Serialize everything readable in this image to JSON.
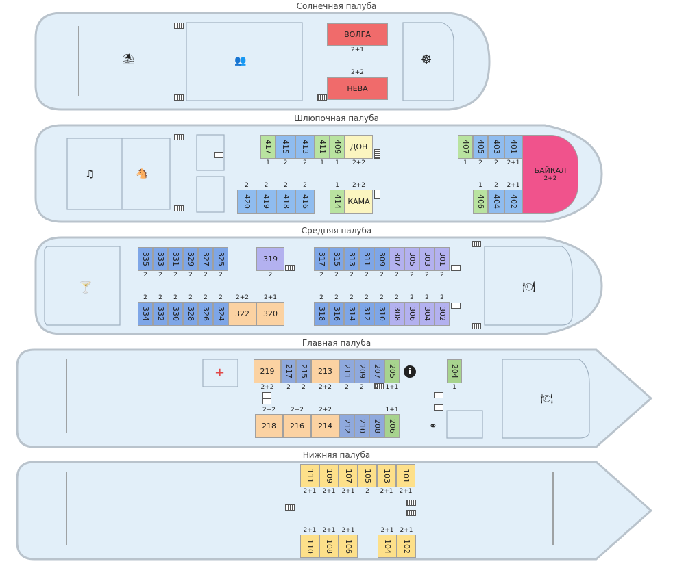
{
  "decks": {
    "sun": "Солнечная палуба",
    "boat": "Шлюпочная палуба",
    "middle": "Средняя палуба",
    "main": "Главная палуба",
    "lower": "Нижняя палуба"
  },
  "sun": {
    "volga": {
      "num": "ВОЛГА",
      "cap": "2+1"
    },
    "neva": {
      "num": "НЕВА",
      "cap": "2+2"
    },
    "icons": {
      "beach": "beach-umbrella-icon",
      "conference": "conference-icon",
      "wheel": "ship-wheel-icon"
    }
  },
  "boat": {
    "c417": {
      "num": "417",
      "cap": "1"
    },
    "c415": {
      "num": "415",
      "cap": "2"
    },
    "c413": {
      "num": "413",
      "cap": "2"
    },
    "c411": {
      "num": "411",
      "cap": "1"
    },
    "c409": {
      "num": "409",
      "cap": "1"
    },
    "don": {
      "num": "ДОН",
      "cap": "2+2"
    },
    "c420": {
      "num": "420",
      "cap": "2"
    },
    "c419": {
      "num": "419",
      "cap": "2"
    },
    "c418": {
      "num": "418",
      "cap": "2"
    },
    "c416": {
      "num": "416",
      "cap": "2"
    },
    "c414": {
      "num": "414",
      "cap": "1"
    },
    "kama": {
      "num": "КАМА",
      "cap": "2+2"
    },
    "c407": {
      "num": "407",
      "cap": "1"
    },
    "c405": {
      "num": "405",
      "cap": "2"
    },
    "c403": {
      "num": "403",
      "cap": "2"
    },
    "c401": {
      "num": "401",
      "cap": "2+1"
    },
    "c406": {
      "num": "406",
      "cap": "1"
    },
    "c404": {
      "num": "404",
      "cap": "2"
    },
    "c402": {
      "num": "402",
      "cap": "2+1"
    },
    "baikal": {
      "num": "БАЙКАЛ",
      "cap": "2+2"
    }
  },
  "middle": {
    "top_left": [
      {
        "num": "335",
        "cap": "2"
      },
      {
        "num": "333",
        "cap": "2"
      },
      {
        "num": "331",
        "cap": "2"
      },
      {
        "num": "329",
        "cap": "2"
      },
      {
        "num": "327",
        "cap": "2"
      },
      {
        "num": "325",
        "cap": "2"
      }
    ],
    "c319": {
      "num": "319",
      "cap": "2"
    },
    "top_blue": [
      {
        "num": "317",
        "cap": "2"
      },
      {
        "num": "315",
        "cap": "2"
      },
      {
        "num": "313",
        "cap": "2"
      },
      {
        "num": "311",
        "cap": "2"
      },
      {
        "num": "309",
        "cap": "2"
      }
    ],
    "top_violet": [
      {
        "num": "307",
        "cap": "2"
      },
      {
        "num": "305",
        "cap": "2"
      },
      {
        "num": "303",
        "cap": "2"
      },
      {
        "num": "301",
        "cap": "2"
      }
    ],
    "bot_left": [
      {
        "num": "334",
        "cap": "2"
      },
      {
        "num": "332",
        "cap": "2"
      },
      {
        "num": "330",
        "cap": "2"
      },
      {
        "num": "328",
        "cap": "2"
      },
      {
        "num": "326",
        "cap": "2"
      },
      {
        "num": "324",
        "cap": "2"
      }
    ],
    "c322": {
      "num": "322",
      "cap": "2+2"
    },
    "c320": {
      "num": "320",
      "cap": "2+1"
    },
    "bot_blue": [
      {
        "num": "318",
        "cap": "2"
      },
      {
        "num": "316",
        "cap": "2"
      },
      {
        "num": "314",
        "cap": "2"
      },
      {
        "num": "312",
        "cap": "2"
      },
      {
        "num": "310",
        "cap": "2"
      }
    ],
    "bot_violet": [
      {
        "num": "308",
        "cap": "2"
      },
      {
        "num": "306",
        "cap": "2"
      },
      {
        "num": "304",
        "cap": "2"
      },
      {
        "num": "302",
        "cap": "2"
      }
    ]
  },
  "main": {
    "c219": {
      "num": "219",
      "cap": "2+2"
    },
    "c217": {
      "num": "217",
      "cap": "2"
    },
    "c215": {
      "num": "215",
      "cap": "2"
    },
    "c213": {
      "num": "213",
      "cap": "2+2"
    },
    "c211": {
      "num": "211",
      "cap": "2"
    },
    "c209": {
      "num": "209",
      "cap": "2"
    },
    "c207": {
      "num": "207",
      "cap": "2"
    },
    "c205": {
      "num": "205",
      "cap": "1+1"
    },
    "c204": {
      "num": "204",
      "cap": "1"
    },
    "c218": {
      "num": "218",
      "cap": "2+2"
    },
    "c216": {
      "num": "216",
      "cap": "2+2"
    },
    "c214": {
      "num": "214",
      "cap": "2+2"
    },
    "c212": {
      "num": "212",
      "cap": ""
    },
    "c210": {
      "num": "210",
      "cap": ""
    },
    "c208": {
      "num": "208",
      "cap": ""
    },
    "c206": {
      "num": "206",
      "cap": "1+1"
    }
  },
  "lower": {
    "top": [
      {
        "num": "111",
        "cap": "2+1"
      },
      {
        "num": "109",
        "cap": "2+1"
      },
      {
        "num": "107",
        "cap": "2+1"
      },
      {
        "num": "105",
        "cap": "2"
      },
      {
        "num": "103",
        "cap": "2+1"
      },
      {
        "num": "101",
        "cap": "2+1"
      }
    ],
    "bottom": [
      {
        "num": "110",
        "cap": "2+1"
      },
      {
        "num": "108",
        "cap": "2+1"
      },
      {
        "num": "106",
        "cap": "2+1"
      },
      {
        "num": "104",
        "cap": "2+1"
      },
      {
        "num": "102",
        "cap": "2+1"
      }
    ]
  },
  "colors": {
    "hull_fill": "#e2eff9",
    "hull_stroke": "#b9c3cc",
    "orange": "#fbd2a2",
    "blue": "#7ea6e7",
    "violet": "#b3b1ef",
    "green": "#b9e3a0",
    "yellow": "#fde08a",
    "cream": "#fbf5c0",
    "red": "#f06b6b",
    "pink": "#f0538c"
  }
}
